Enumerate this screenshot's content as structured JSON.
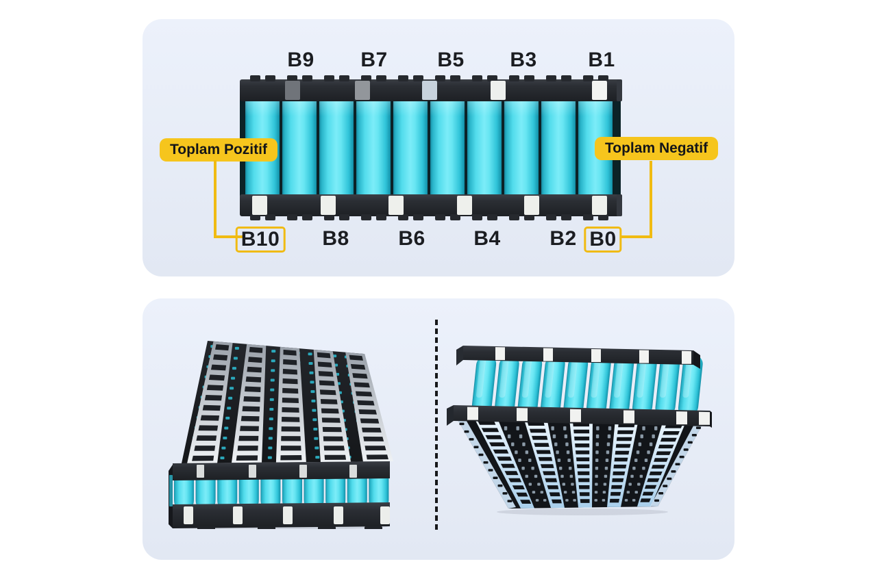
{
  "top_panel": {
    "top_labels": [
      "B9",
      "B7",
      "B5",
      "B3",
      "B1"
    ],
    "bottom_labels": [
      "B10",
      "B8",
      "B6",
      "B4",
      "B2",
      "B0"
    ],
    "badge_positive": "Toplam Pozitif",
    "badge_negative": "Toplam Negatif"
  },
  "illustration": {
    "side_view_cell_count": 10,
    "pack_3d_strip_count": 5,
    "top_tab_colors": [
      "#70747a",
      "#92969b",
      "#c7d2dc",
      "#eef0ee",
      "#f3f4f2"
    ],
    "bottom_tab_color": "#eef0ec"
  },
  "colors": {
    "page_bg": "#ffffff",
    "panel_bg_top": "#ecf1fb",
    "panel_bg_bottom": "#e2e8f3",
    "accent_yellow": "#f6c51d",
    "connector_yellow": "#f0bb12",
    "text_dark": "#1b1d21",
    "cell_cyan_light": "#7cecf8",
    "cell_cyan": "#52dcec",
    "cell_cyan_dark": "#16889f",
    "holder_black": "#24272c",
    "nickel_silver": "#eff2f5",
    "ladder_blue": "#cde2f4",
    "divider": "#17181a"
  }
}
